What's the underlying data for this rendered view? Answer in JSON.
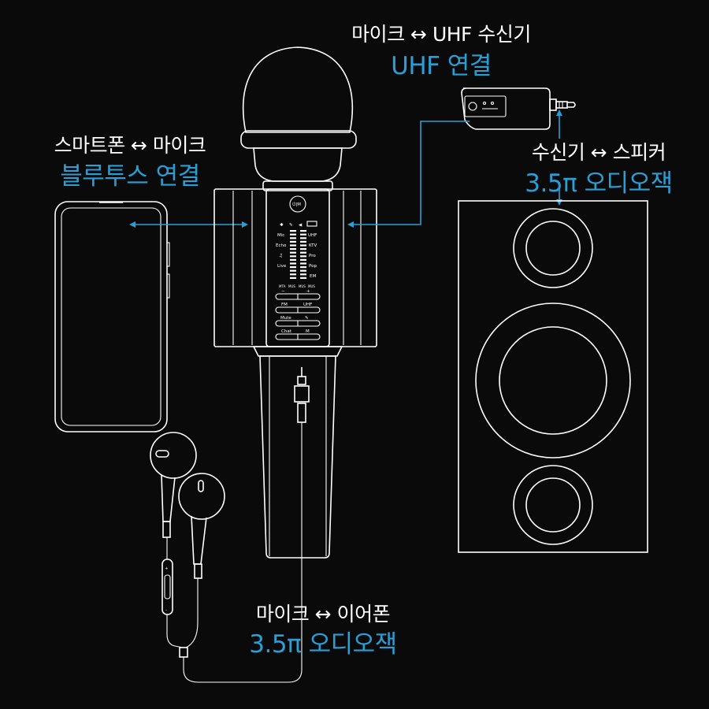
{
  "labels": {
    "uhf_top": "마이크 ↔ UHF 수신기",
    "uhf_bottom": "UHF 연결",
    "bt_top": "스마트폰 ↔ 마이크",
    "bt_bottom": "블루투스 연결",
    "spk_top": "수신기 ↔ 스피커",
    "spk_bottom": "3.5π 오디오잭",
    "ear_top": "마이크 ↔ 이어폰",
    "ear_bottom": "3.5π 오디오잭"
  },
  "mic_panel": {
    "power_label": "⏻|M",
    "left_modes": [
      "Mic",
      "Echo",
      "♫",
      "Live",
      ""
    ],
    "right_modes": [
      "UHF",
      "KTV",
      "Pro",
      "Pop",
      "EM"
    ],
    "level_labels": [
      "MTA",
      "MUS",
      "MUS",
      "MUS"
    ],
    "button_labels": [
      [
        "−",
        "+"
      ],
      [
        "FM",
        "UHF"
      ],
      [
        "Mute",
        ""
      ],
      [
        "Chat",
        "M"
      ]
    ]
  },
  "colors": {
    "accent": "#2a9fd6",
    "line": "#ffffff",
    "background": "#0a0a0a"
  }
}
